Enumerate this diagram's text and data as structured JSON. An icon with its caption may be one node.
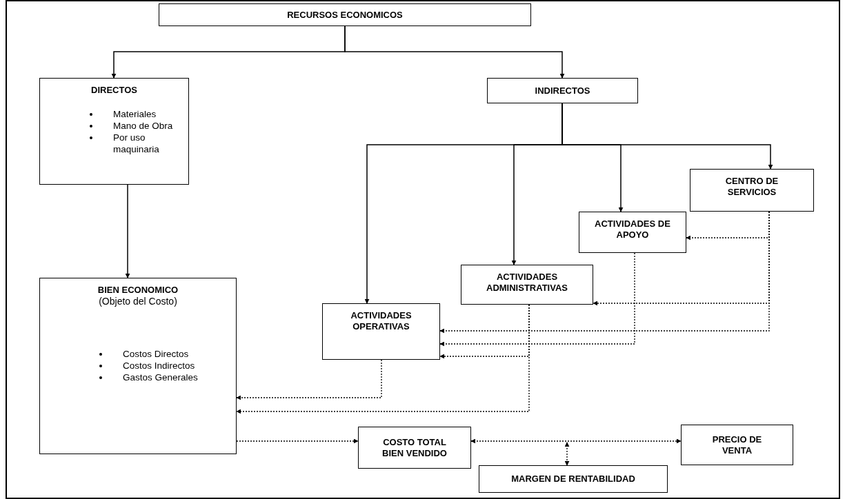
{
  "diagram": {
    "nodes": [
      {
        "text": [
          "RECURSOS ECONOMICOS"
        ]
      },
      {
        "text": [
          "DIRECTOS",
          "Materiales",
          "Mano de Obra",
          "Por uso maquinaria"
        ]
      },
      {
        "text": [
          "INDIRECTOS"
        ]
      },
      {
        "text": [
          "CENTRO DE SERVICIOS"
        ]
      },
      {
        "text": [
          "ACTIVIDADES DE APOYO"
        ]
      },
      {
        "text": [
          "ACTIVIDADES ADMINISTRATIVAS"
        ]
      },
      {
        "text": [
          "ACTIVIDADES OPERATIVAS"
        ]
      },
      {
        "text": [
          "BIEN ECONOMICO",
          "(Objeto del Costo)",
          "Costos Directos",
          "Costos Indirectos",
          "Gastos Generales"
        ]
      },
      {
        "text": [
          "COSTO TOTAL BIEN VENDIDO"
        ]
      },
      {
        "text": [
          "MARGEN DE RENTABILIDAD"
        ]
      },
      {
        "text": [
          "PRECIO DE VENTA"
        ]
      }
    ],
    "edges": [
      {
        "from": 0,
        "to": 1,
        "arrow": "to"
      },
      {
        "from": 0,
        "to": 2,
        "arrow": "to"
      },
      {
        "from": 1,
        "to": 7,
        "arrow": "to"
      },
      {
        "from": 2,
        "to": 3,
        "arrow": "to"
      },
      {
        "from": 2,
        "to": 4,
        "arrow": "to"
      },
      {
        "from": 2,
        "to": 5,
        "arrow": "to"
      },
      {
        "from": 2,
        "to": 6,
        "arrow": "to"
      },
      {
        "from": 3,
        "to": 4,
        "arrow": "to",
        "style": "dashed"
      },
      {
        "from": 3,
        "to": 5,
        "arrow": "to",
        "style": "dashed"
      },
      {
        "from": 3,
        "to": 6,
        "arrow": "to",
        "style": "dashed"
      },
      {
        "from": 4,
        "to": 6,
        "arrow": "to",
        "style": "dashed"
      },
      {
        "from": 5,
        "to": 6,
        "arrow": "to",
        "style": "dashed"
      },
      {
        "from": 6,
        "to": 7,
        "arrow": "to",
        "style": "dashed"
      },
      {
        "from": 5,
        "to": 7,
        "arrow": "to",
        "style": "dashed"
      },
      {
        "from": 7,
        "to": 8,
        "arrow": "to",
        "style": "dashed"
      },
      {
        "from": 8,
        "to": 10,
        "arrow": "both",
        "style": "dashed"
      },
      {
        "from": null,
        "to": 9,
        "arrow": "both",
        "style": "dashed"
      }
    ]
  }
}
